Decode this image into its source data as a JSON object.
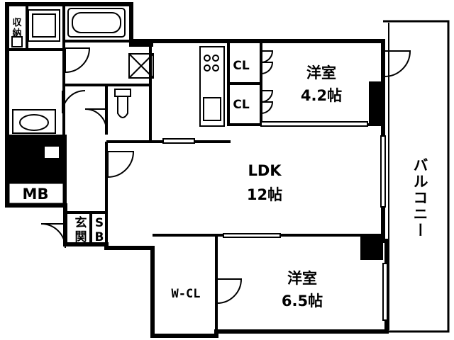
{
  "floor_plan": {
    "rooms": {
      "bedroom_small": {
        "name": "洋室",
        "size": "4.2帖"
      },
      "ldk": {
        "name": "LDK",
        "size": "12帖"
      },
      "bedroom_large": {
        "name": "洋室",
        "size": "6.5帖"
      },
      "balcony": {
        "name": "バルコニー"
      },
      "closet_1": {
        "name": "CL"
      },
      "closet_2": {
        "name": "CL"
      },
      "walk_in_closet": {
        "name": "W-CL"
      },
      "meter_box": {
        "name": "MB"
      },
      "storage": {
        "name_line1": "収",
        "name_line2": "納"
      },
      "entrance": {
        "name_line1": "玄",
        "name_line2": "関"
      },
      "shoe_box": {
        "name_line1": "S",
        "name_line2": "B"
      }
    },
    "colors": {
      "line": "#000000",
      "background": "#ffffff"
    }
  }
}
